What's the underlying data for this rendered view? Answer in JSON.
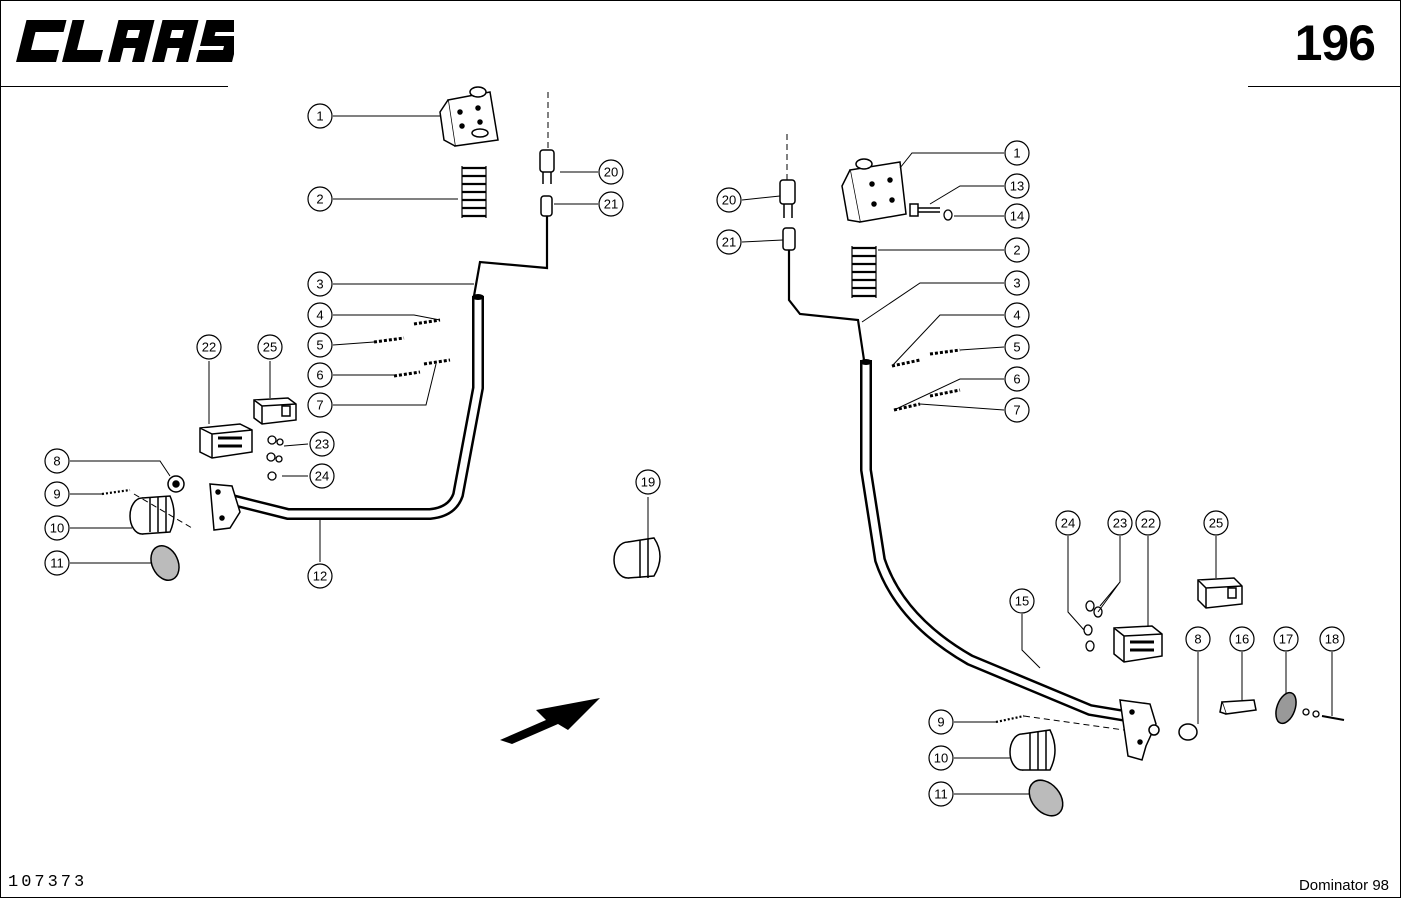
{
  "header": {
    "brand_logo": "CLAAS",
    "page_number": "196"
  },
  "footer": {
    "drawing_id": "107373",
    "model": "Dominator 98"
  },
  "callouts_left": [
    {
      "id": "l1",
      "label": "1"
    },
    {
      "id": "l2",
      "label": "2"
    },
    {
      "id": "l3",
      "label": "3"
    },
    {
      "id": "l4",
      "label": "4"
    },
    {
      "id": "l5",
      "label": "5"
    },
    {
      "id": "l6",
      "label": "6"
    },
    {
      "id": "l7",
      "label": "7"
    },
    {
      "id": "l8",
      "label": "8"
    },
    {
      "id": "l9",
      "label": "9"
    },
    {
      "id": "l10",
      "label": "10"
    },
    {
      "id": "l11",
      "label": "11"
    },
    {
      "id": "l12",
      "label": "12"
    },
    {
      "id": "l19",
      "label": "19"
    },
    {
      "id": "l20",
      "label": "20"
    },
    {
      "id": "l21",
      "label": "21"
    },
    {
      "id": "l22",
      "label": "22"
    },
    {
      "id": "l23",
      "label": "23"
    },
    {
      "id": "l24",
      "label": "24"
    },
    {
      "id": "l25",
      "label": "25"
    }
  ],
  "callouts_right": [
    {
      "id": "r1",
      "label": "1"
    },
    {
      "id": "r2",
      "label": "2"
    },
    {
      "id": "r3",
      "label": "3"
    },
    {
      "id": "r4",
      "label": "4"
    },
    {
      "id": "r5",
      "label": "5"
    },
    {
      "id": "r6",
      "label": "6"
    },
    {
      "id": "r7",
      "label": "7"
    },
    {
      "id": "r8",
      "label": "8"
    },
    {
      "id": "r9",
      "label": "9"
    },
    {
      "id": "r10",
      "label": "10"
    },
    {
      "id": "r11",
      "label": "11"
    },
    {
      "id": "r13",
      "label": "13"
    },
    {
      "id": "r14",
      "label": "14"
    },
    {
      "id": "r15",
      "label": "15"
    },
    {
      "id": "r16",
      "label": "16"
    },
    {
      "id": "r17",
      "label": "17"
    },
    {
      "id": "r18",
      "label": "18"
    },
    {
      "id": "r20",
      "label": "20"
    },
    {
      "id": "r21",
      "label": "21"
    },
    {
      "id": "r22",
      "label": "22"
    },
    {
      "id": "r23",
      "label": "23"
    },
    {
      "id": "r24",
      "label": "24"
    },
    {
      "id": "r25",
      "label": "25"
    }
  ]
}
